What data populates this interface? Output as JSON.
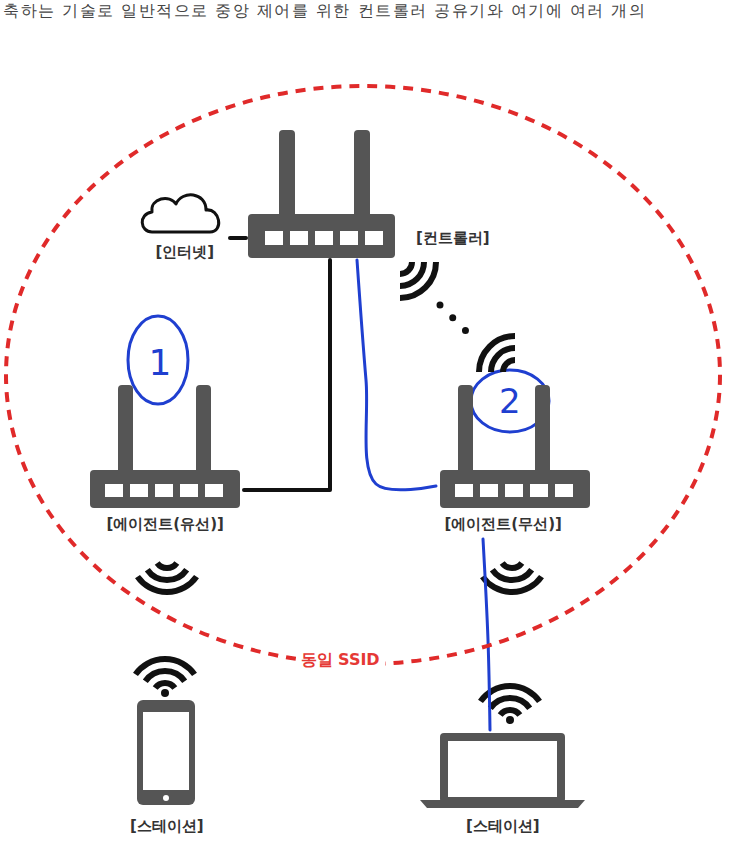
{
  "diagram": {
    "nodes": [
      {
        "text": [
          "동일 SSID"
        ]
      },
      {
        "text": [
          "[인터넷]"
        ],
        "in": 0
      },
      {
        "text": [
          "[컨트롤러]"
        ],
        "in": 0
      },
      {
        "text": [
          "[에이전트(유선)]"
        ],
        "in": 0
      },
      {
        "text": [
          "[에이전트(무선)]"
        ],
        "in": 0
      },
      {
        "text": [
          "[스테이션]"
        ]
      },
      {
        "text": [
          "[스테이션]"
        ]
      }
    ],
    "edges": [
      {
        "from": 1,
        "to": 2,
        "arrow": "none"
      },
      {
        "from": 2,
        "to": 3,
        "arrow": "none"
      },
      {
        "from": 2,
        "to": 4,
        "arrow": "none"
      },
      {
        "from": 2,
        "to": 4,
        "arrow": "none"
      },
      {
        "from": 4,
        "to": 6,
        "arrow": "none"
      }
    ],
    "labels": [
      "축하는 기술로 일반적으로 중앙 제어를 위한 컨트롤러 공유기와 여기에 여러 개의",
      "1",
      "2"
    ]
  }
}
